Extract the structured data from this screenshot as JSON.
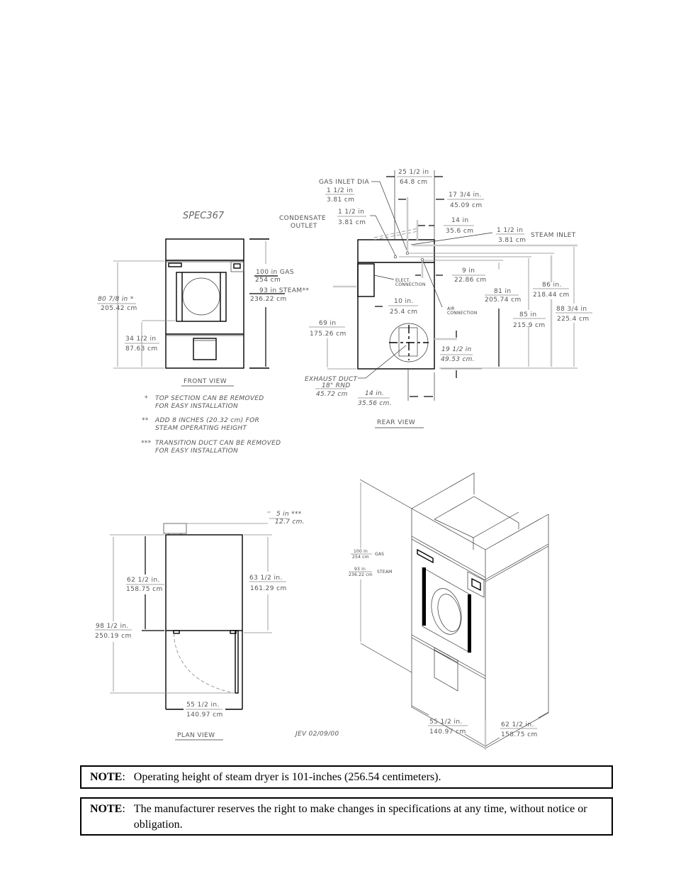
{
  "drawing": {
    "spec_id": "SPEC367",
    "author_date": "JEV 02/09/00",
    "front_view": {
      "title": "FRONT VIEW",
      "dims": {
        "overall_height_gas": {
          "in": "100 in GAS",
          "cm": "254 cm"
        },
        "overall_height_steam": {
          "in": "93 in STEAM**",
          "cm": "236.22 cm"
        },
        "top_section_height": {
          "in": "80 7/8 in *",
          "cm": "205.42 cm"
        },
        "door_center_height": {
          "in": "34 1/2 in",
          "cm": "87.63 cm"
        }
      }
    },
    "footnotes": [
      {
        "mark": "*",
        "line1": "TOP SECTION CAN BE REMOVED",
        "line2": "FOR EASY INSTALLATION"
      },
      {
        "mark": "**",
        "line1": "ADD 8 INCHES (20.32 cm) FOR",
        "line2": "STEAM OPERATING HEIGHT"
      },
      {
        "mark": "***",
        "line1": "TRANSITION DUCT CAN BE REMOVED",
        "line2": "FOR EASY INSTALLATION"
      }
    ],
    "rear_view": {
      "title": "REAR VIEW",
      "labels": {
        "gas_inlet": "GAS INLET DIA",
        "condensate_outlet_1": "CONDENSATE",
        "condensate_outlet_2": "OUTLET",
        "steam_inlet": "STEAM INLET",
        "elect_connection_1": "ELECT.",
        "elect_connection_2": "CONNECTION",
        "air_connection_1": "AIR",
        "air_connection_2": "CONNECTION",
        "exhaust_duct_1": "EXHAUST DUCT",
        "exhaust_duct_2": "18\" RND"
      },
      "dims": {
        "gas_inlet_dia": {
          "in": "1 1/2 in",
          "cm": "3.81 cm"
        },
        "condensate_dia": {
          "in": "1 1/2 in",
          "cm": "3.81 cm"
        },
        "steam_inlet_dia": {
          "in": "1 1/2 in",
          "cm": "3.81 cm"
        },
        "width_top": {
          "in": "25 1/2 in",
          "cm": "64.8 cm"
        },
        "gas_offset": {
          "in": "17 3/4 in.",
          "cm": "45.09 cm"
        },
        "steam_offset": {
          "in": "14 in",
          "cm": "35.6 cm"
        },
        "air_offset": {
          "in": "9 in",
          "cm": "22.86 cm"
        },
        "elect_offset": {
          "in": "10 in.",
          "cm": "25.4 cm"
        },
        "exhaust_height": {
          "in": "69 in",
          "cm": "175.26 cm"
        },
        "air_height": {
          "in": "81 in",
          "cm": "205.74 cm"
        },
        "condensate_height": {
          "in": "85 in",
          "cm": "215.9 cm"
        },
        "gas_height": {
          "in": "86 in.",
          "cm": "218.44 cm"
        },
        "steam_height": {
          "in": "88 3/4 in",
          "cm": "225.4 cm"
        },
        "exhaust_side": {
          "in": "19 1/2 in",
          "cm": "49.53 cm."
        },
        "exhaust_dia_cm": "45.72 cm",
        "exhaust_center": {
          "in": "14 in.",
          "cm": "35.56 cm."
        }
      }
    },
    "plan_view": {
      "title": "PLAN VIEW",
      "dims": {
        "transition_duct": {
          "in": "5 in ***",
          "cm": "12.7 cm."
        },
        "depth_left": {
          "in": "62 1/2 in.",
          "cm": "158.75 cm"
        },
        "depth_right": {
          "in": "63 1/2 in.",
          "cm": "161.29 cm"
        },
        "depth_door_open": {
          "in": "98 1/2 in.",
          "cm": "250.19 cm"
        },
        "width": {
          "in": "55 1/2 in.",
          "cm": "140.97 cm"
        }
      }
    },
    "iso_view": {
      "dims": {
        "height_gas": {
          "in": "100 in",
          "cm": "254 cm",
          "label": "GAS"
        },
        "height_steam": {
          "in": "93 in",
          "cm": "236.22 cm",
          "label": "STEAM"
        },
        "width": {
          "in": "55 1/2 in.",
          "cm": "140.97 cm"
        },
        "depth": {
          "in": "62 1/2 in.",
          "cm": "158.75 cm"
        }
      }
    }
  },
  "notes": [
    {
      "label": "NOTE",
      "text": "Operating height of steam dryer is 101-inches (256.54 centimeters)."
    },
    {
      "label": "NOTE",
      "text": "The manufacturer reserves the right to make changes in specifications at any time, without notice or obligation."
    }
  ]
}
